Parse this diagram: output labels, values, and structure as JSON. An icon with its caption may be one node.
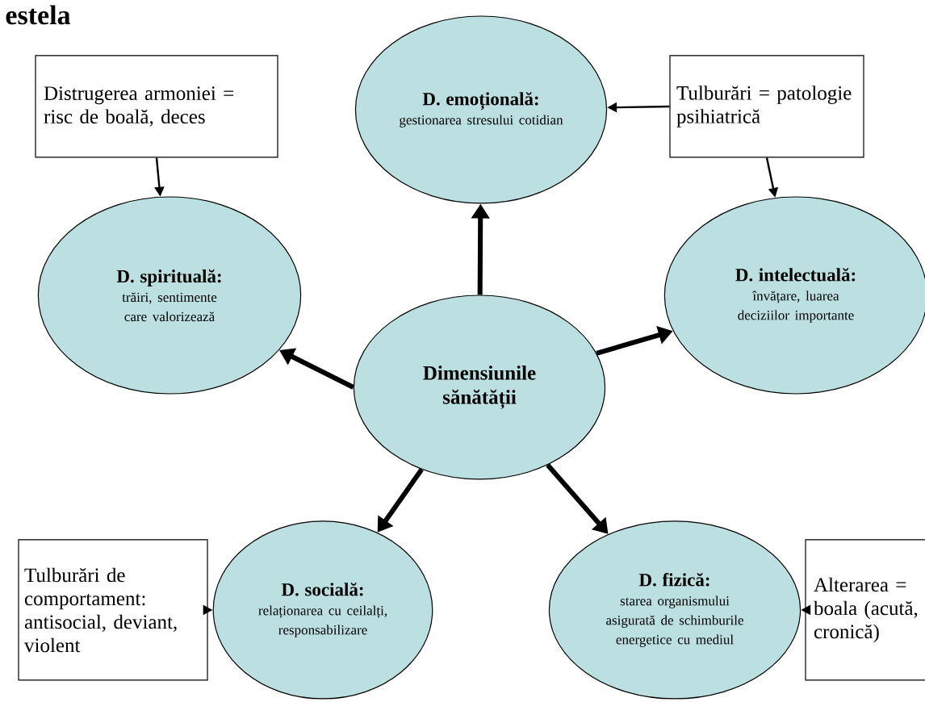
{
  "diagram": {
    "title": "estela",
    "nodes": [
      {
        "text": [
          "Distrugerea armoniei = risc de boală, deces"
        ]
      },
      {
        "text": [
          "D. emoțională:",
          "gestionarea stresului cotidian"
        ]
      },
      {
        "text": [
          "Tulburări = patologie psihiatrică"
        ]
      },
      {
        "text": [
          "D. spirituală:",
          "trăiri, sentimente care valorizează"
        ]
      },
      {
        "text": [
          "D. intelectuală:",
          "învățare, luarea deciziilor importante"
        ]
      },
      {
        "text": [
          "Dimensiunile sănătății"
        ]
      },
      {
        "text": [
          "Tulburări de comportament: antisocial, deviant, violent"
        ]
      },
      {
        "text": [
          "D. socială:",
          "relaționarea cu ceilalți, responsabilizare"
        ]
      },
      {
        "text": [
          "D. fizică:",
          "starea organismului asigurată de schimburile energetice cu mediul"
        ]
      },
      {
        "text": [
          "Alterarea = boala (acută, cronică)"
        ]
      }
    ],
    "edges": [
      {
        "from": 5,
        "to": 1,
        "arrow": "to",
        "style": "thick"
      },
      {
        "from": 5,
        "to": 3,
        "arrow": "to",
        "style": "thick"
      },
      {
        "from": 5,
        "to": 4,
        "arrow": "to",
        "style": "thick"
      },
      {
        "from": 5,
        "to": 7,
        "arrow": "to",
        "style": "thick"
      },
      {
        "from": 5,
        "to": 8,
        "arrow": "to",
        "style": "thick"
      },
      {
        "from": 0,
        "to": 3,
        "arrow": "to"
      },
      {
        "from": 2,
        "to": 1,
        "arrow": "to"
      },
      {
        "from": 2,
        "to": 4,
        "arrow": "to"
      },
      {
        "from": 6,
        "to": 7,
        "arrow": "to"
      },
      {
        "from": 9,
        "to": 8,
        "arrow": "to"
      }
    ]
  }
}
